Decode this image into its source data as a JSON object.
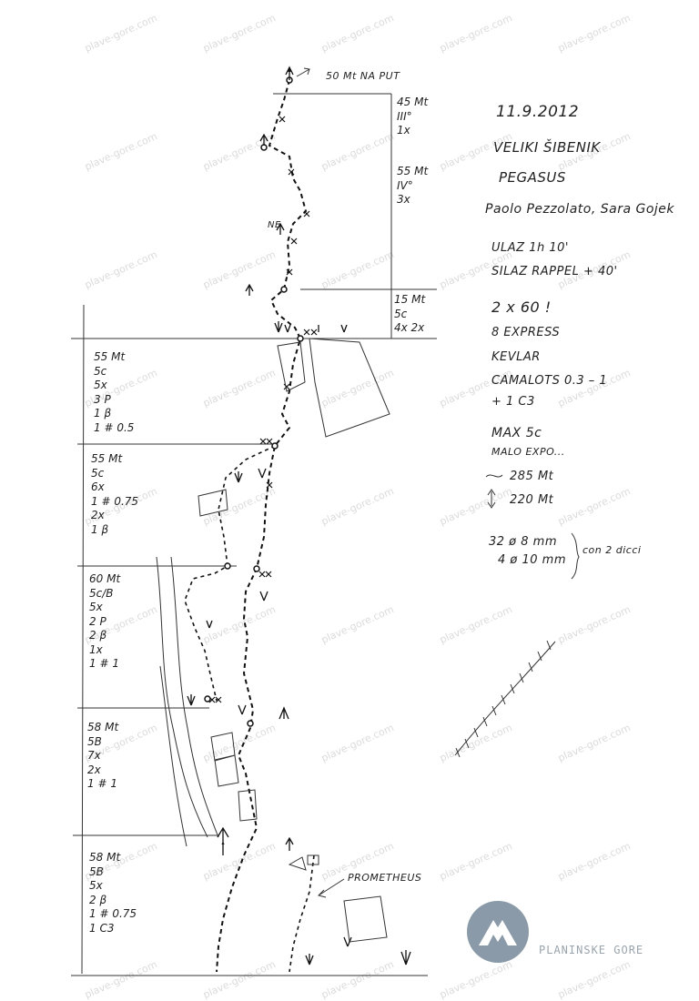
{
  "watermark": "plave-gore.com",
  "header": {
    "date": "11.9.2012",
    "wall": "VELIKI ŠIBENIK",
    "route": "PEGASUS",
    "climbers": "Paolo Pezzolato, Sara Gojek"
  },
  "info": {
    "approach": "ULAZ 1h 10'",
    "descent": "SILAZ RAPPEL + 40'",
    "ropes": "2 x 60 !",
    "quickdraws": "8 EXPRESS",
    "kevlar": "KEVLAR",
    "cams": "CAMALOTS 0.3 – 1",
    "cams_extra": "+ 1 C3",
    "max_grade": "MAX 5c",
    "expo": "MALO EXPO...",
    "length": "285 Mt",
    "height": "220 Mt",
    "bolts_8": "32 ø 8 mm",
    "bolts_10": "4 ø 10 mm",
    "bolts_note": "con 2 dicci"
  },
  "top_note": "50 Mt NA PUT",
  "prometheus_label": "PROMETHEUS",
  "pitches_right": [
    {
      "lines": [
        "45 Mt",
        "III°",
        "1x"
      ]
    },
    {
      "lines": [
        "55 Mt",
        "IV°",
        "3x"
      ]
    },
    {
      "lines": [
        "15 Mt",
        "5c",
        "4x 2x"
      ]
    }
  ],
  "pitches_left": [
    {
      "lines": [
        "55 Mt",
        "5c",
        "5x",
        "3 P",
        "1 β",
        "1 # 0.5"
      ]
    },
    {
      "lines": [
        "55 Mt",
        "5c",
        "6x",
        "1 # 0.75",
        "2x",
        "1 β"
      ]
    },
    {
      "lines": [
        "60 Mt",
        "5c/B",
        "5x",
        "2 P",
        "2 β",
        "1x",
        "1 # 1"
      ]
    },
    {
      "lines": [
        "58 Mt",
        "5B",
        "7x",
        "2x",
        "1 # 1"
      ]
    },
    {
      "lines": [
        "58 Mt",
        "5B",
        "5x",
        "2 β",
        "1 # 0.75",
        "1 C3"
      ]
    }
  ],
  "compass_label": "NE",
  "logo_text": "PLANINSKE GORE",
  "colors": {
    "ink": "#222222",
    "logo": "#8a9aa8",
    "watermark": "#c8c8c8"
  }
}
